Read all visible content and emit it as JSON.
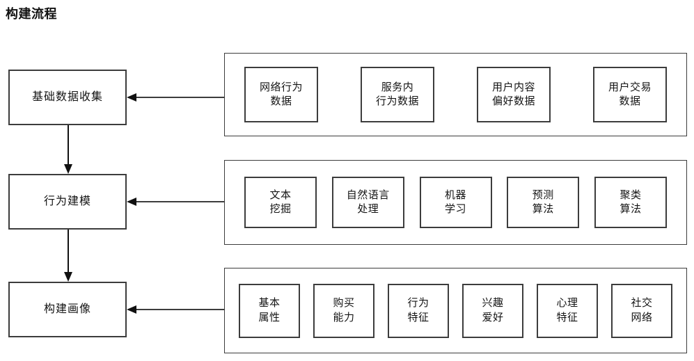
{
  "page": {
    "title": "构建流程",
    "background_color": "#ffffff",
    "line_color": "#3c3c3c",
    "text_color": "#141414"
  },
  "flow": {
    "stages": [
      {
        "label": "基础数据收集"
      },
      {
        "label": "行为建模"
      },
      {
        "label": "构建画像"
      }
    ],
    "groups": [
      {
        "stage": "基础数据收集",
        "items": [
          {
            "line1": "网络行为",
            "line2": "数据"
          },
          {
            "line1": "服务内",
            "line2": "行为数据"
          },
          {
            "line1": "用户内容",
            "line2": "偏好数据"
          },
          {
            "line1": "用户交易",
            "line2": "数据"
          }
        ]
      },
      {
        "stage": "行为建模",
        "items": [
          {
            "line1": "文本",
            "line2": "挖掘"
          },
          {
            "line1": "自然语言",
            "line2": "处理"
          },
          {
            "line1": "机器",
            "line2": "学习"
          },
          {
            "line1": "预测",
            "line2": "算法"
          },
          {
            "line1": "聚类",
            "line2": "算法"
          }
        ]
      },
      {
        "stage": "构建画像",
        "items": [
          {
            "line1": "基本",
            "line2": "属性"
          },
          {
            "line1": "购买",
            "line2": "能力"
          },
          {
            "line1": "行为",
            "line2": "特征"
          },
          {
            "line1": "兴趣",
            "line2": "爱好"
          },
          {
            "line1": "心理",
            "line2": "特征"
          },
          {
            "line1": "社交",
            "line2": "网络"
          }
        ]
      }
    ],
    "connectors": [
      {
        "name": "arrow-group0-to-stage0",
        "direction": "left"
      },
      {
        "name": "arrow-group1-to-stage1",
        "direction": "left"
      },
      {
        "name": "arrow-group2-to-stage2",
        "direction": "left"
      },
      {
        "name": "arrow-stage0-to-stage1",
        "direction": "down"
      },
      {
        "name": "arrow-stage1-to-stage2",
        "direction": "down"
      }
    ]
  }
}
